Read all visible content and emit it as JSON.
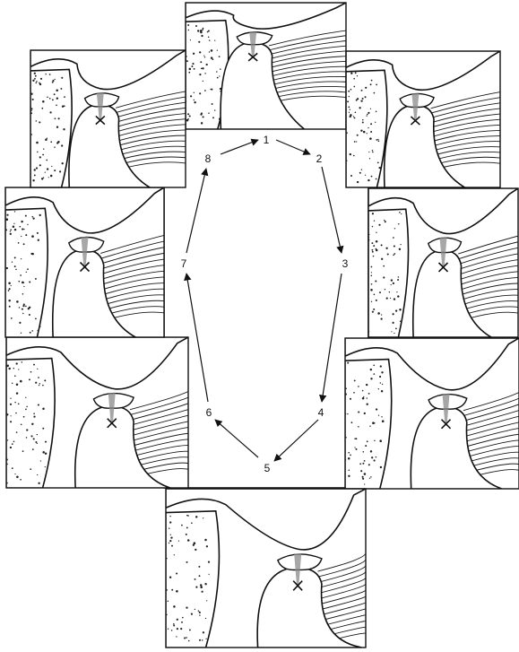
{
  "diagram": {
    "steps": [
      {
        "label": "1"
      },
      {
        "label": "2"
      },
      {
        "label": "3"
      },
      {
        "label": "4"
      },
      {
        "label": "5"
      },
      {
        "label": "6"
      },
      {
        "label": "7"
      },
      {
        "label": "8"
      }
    ]
  },
  "colors": {
    "line": "#111111",
    "shading": "#8a8a8a",
    "background": "#ffffff"
  }
}
